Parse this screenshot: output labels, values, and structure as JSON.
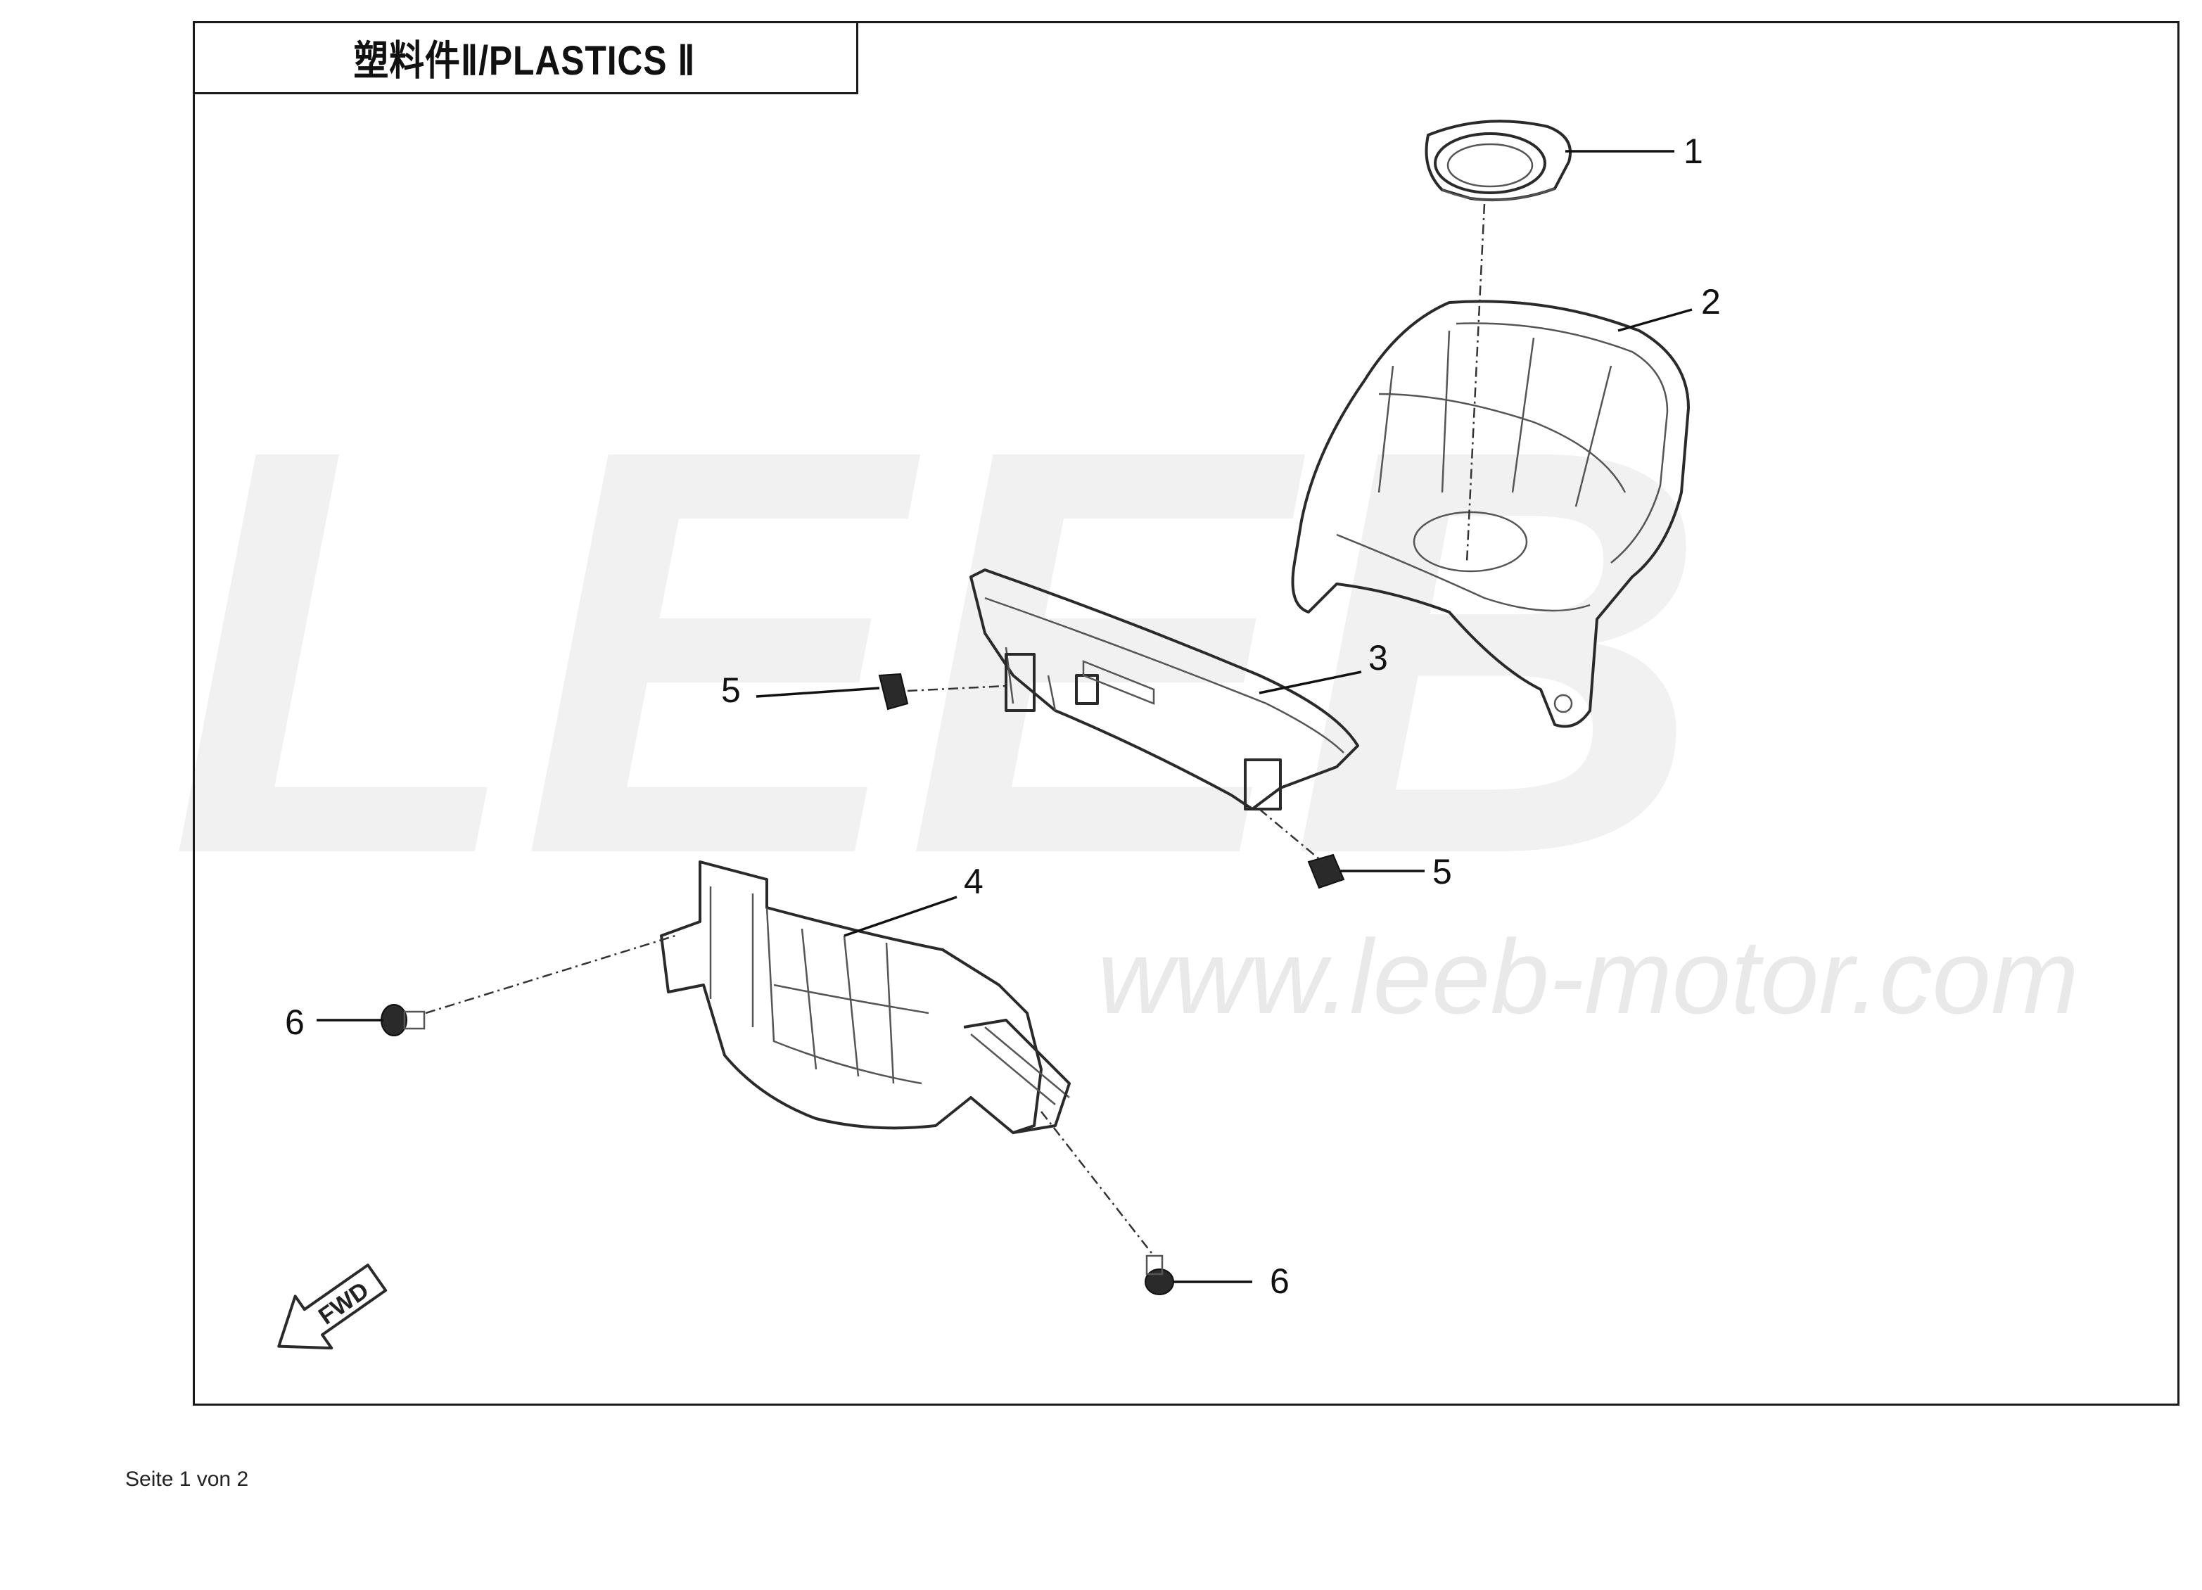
{
  "diagram": {
    "title": "塑料件Ⅱ/PLASTICS Ⅱ",
    "watermark_logo": "LEEB",
    "watermark_url": "www.leeb-motor.com",
    "direction_arrow_label": "FWD",
    "callouts": [
      {
        "id": "callout-1",
        "label": "1"
      },
      {
        "id": "callout-2",
        "label": "2"
      },
      {
        "id": "callout-3",
        "label": "3"
      },
      {
        "id": "callout-4",
        "label": "4"
      },
      {
        "id": "callout-5a",
        "label": "5"
      },
      {
        "id": "callout-5b",
        "label": "5"
      },
      {
        "id": "callout-6a",
        "label": "6"
      },
      {
        "id": "callout-6b",
        "label": "6"
      }
    ]
  },
  "footer": {
    "page_text": "Seite 1 von 2"
  }
}
